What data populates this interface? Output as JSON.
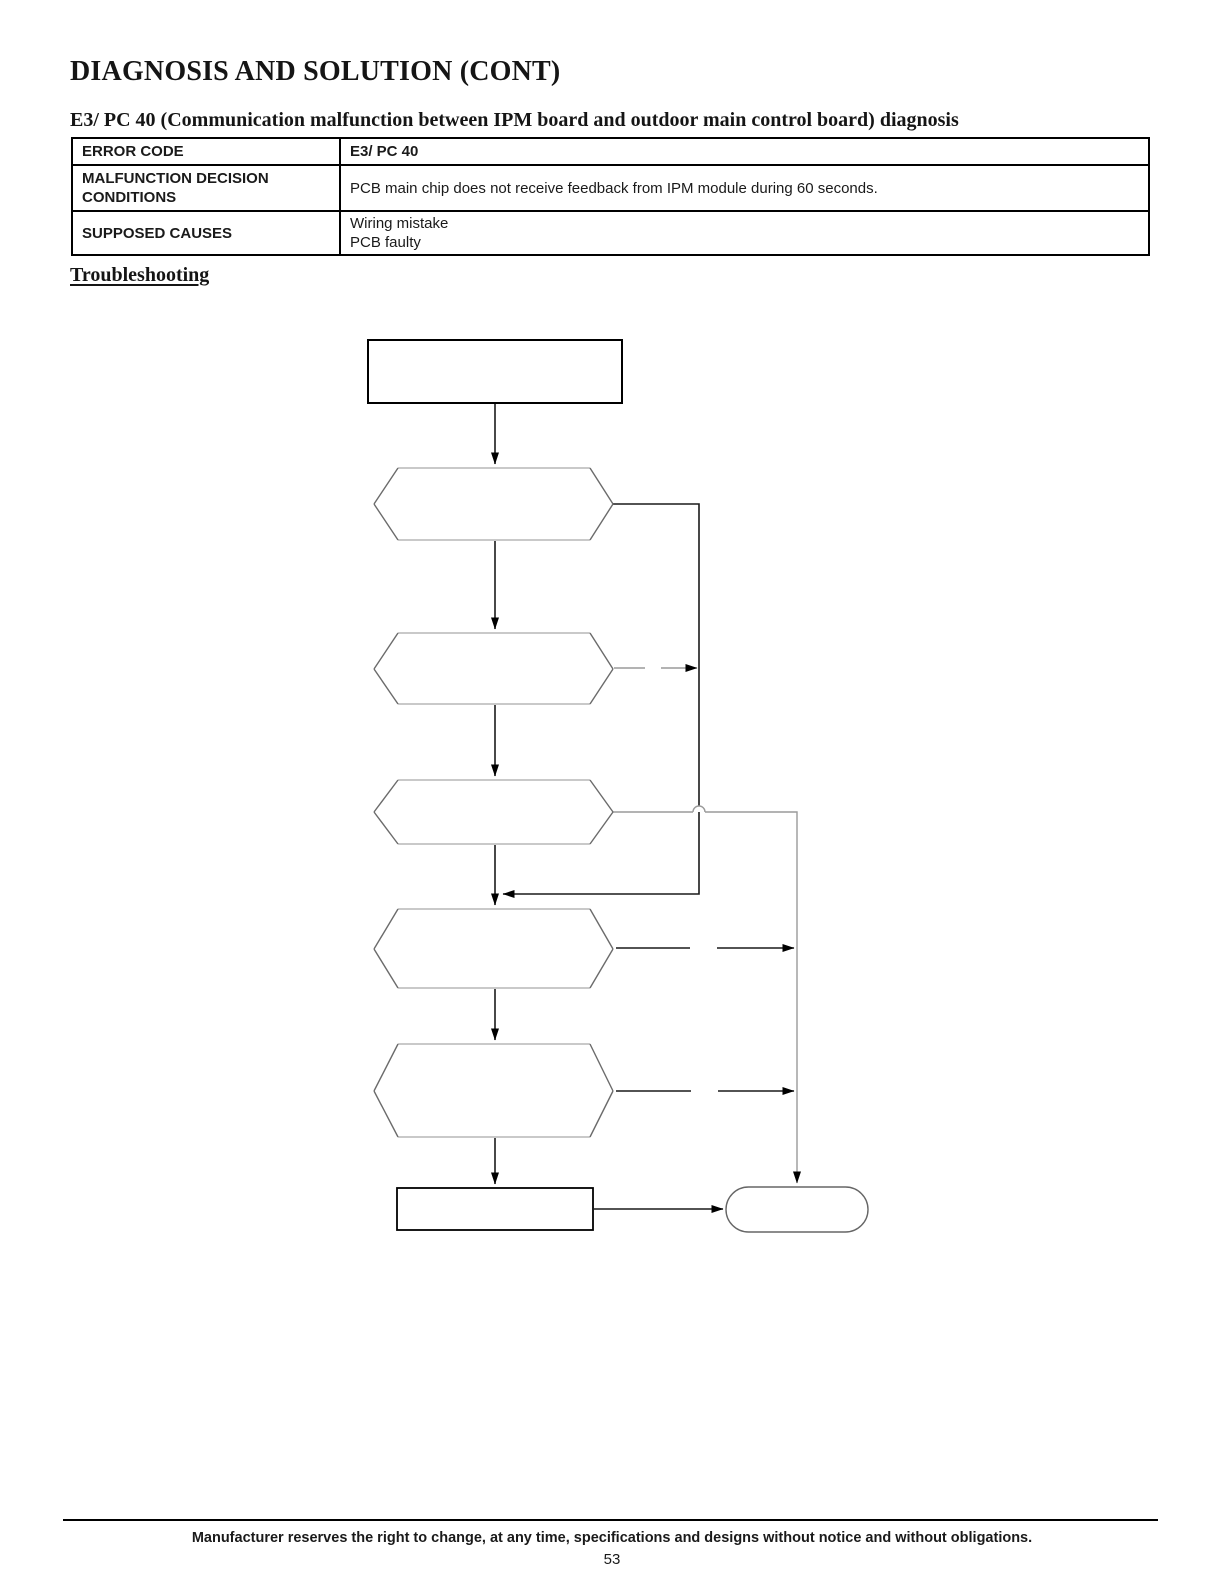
{
  "header": {
    "title": "DIAGNOSIS AND SOLUTION (CONT)",
    "subtitle": "E3/ PC 40 (Communication malfunction between IPM board and outdoor main control board) diagnosis"
  },
  "table": {
    "rows": [
      {
        "label": "ERROR CODE",
        "value_lines": [
          "E3/ PC 40"
        ]
      },
      {
        "label": "MALFUNCTION DECISION CONDITIONS",
        "value_lines": [
          "PCB main chip does not receive feedback from IPM module during 60 seconds."
        ]
      },
      {
        "label": "SUPPOSED CAUSES",
        "value_lines": [
          "Wiring mistake",
          "PCB faulty"
        ]
      }
    ]
  },
  "troubleshooting": {
    "heading": "Troubleshooting"
  },
  "flowchart": {
    "nodes": [
      {
        "id": "start-process-box",
        "type": "process",
        "label": ""
      },
      {
        "id": "decision-1",
        "type": "decision",
        "label": ""
      },
      {
        "id": "decision-2",
        "type": "decision",
        "label": ""
      },
      {
        "id": "decision-3",
        "type": "decision",
        "label": ""
      },
      {
        "id": "decision-4",
        "type": "decision",
        "label": ""
      },
      {
        "id": "decision-5",
        "type": "decision",
        "label": ""
      },
      {
        "id": "final-process-box",
        "type": "process",
        "label": ""
      },
      {
        "id": "end-terminator",
        "type": "terminator",
        "label": ""
      }
    ]
  },
  "footer": {
    "disclaimer": "Manufacturer reserves the right to change, at any time, specifications and designs without notice and without obligations.",
    "page_number": "53"
  }
}
